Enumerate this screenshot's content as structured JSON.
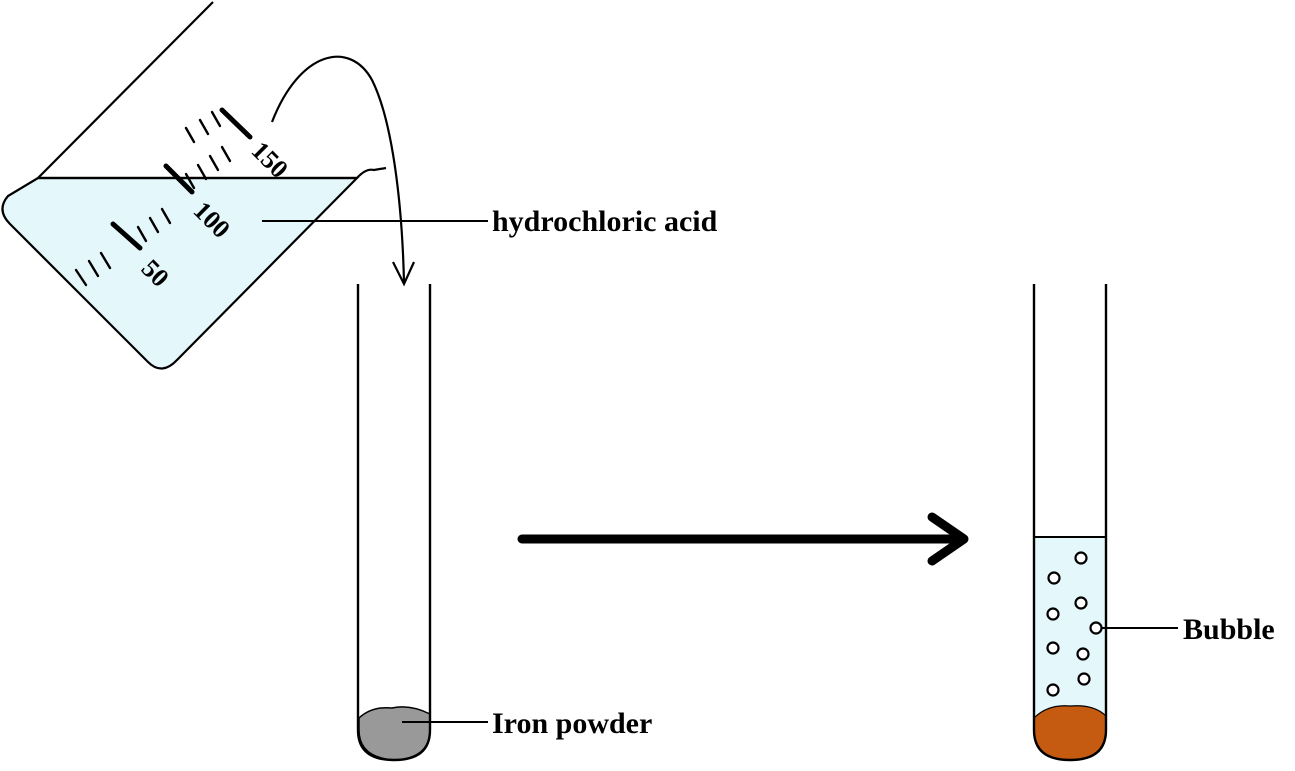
{
  "labels": {
    "acid": "hydrochloric acid",
    "iron": "Iron powder",
    "bubble": "Bubble"
  },
  "beaker": {
    "graduations": [
      "50",
      "100",
      "150"
    ]
  },
  "colors": {
    "liquid": "#e4f7fb",
    "iron_powder": "#999999",
    "rust_product": "#c55a11",
    "stroke": "#000000"
  }
}
